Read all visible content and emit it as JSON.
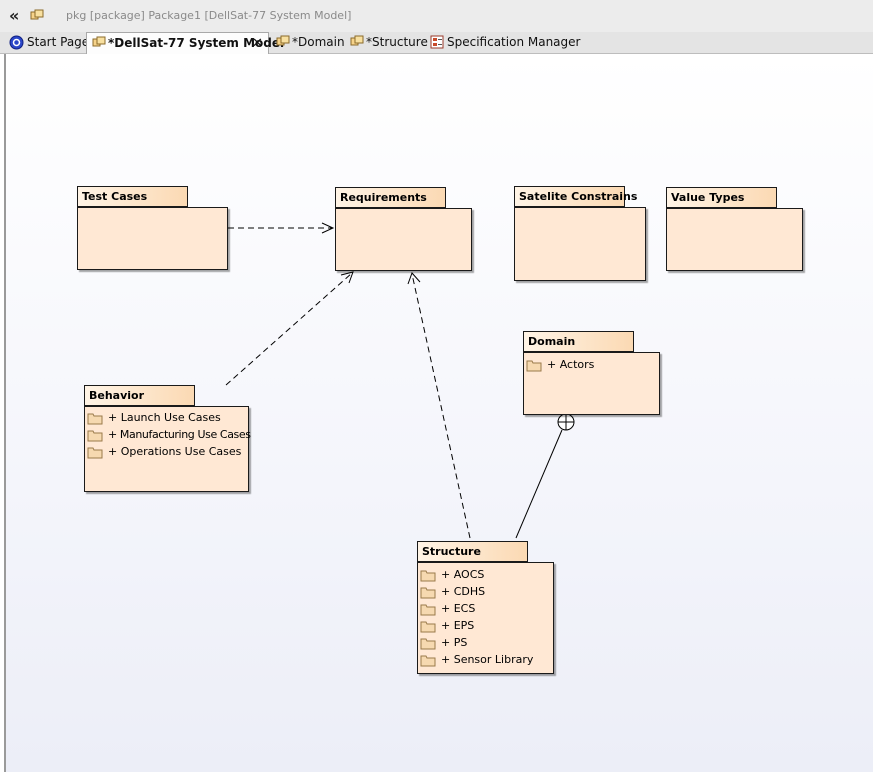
{
  "titlebar": {
    "title": "pkg [package] Package1 [DellSat-77 System Model]"
  },
  "tabs": [
    {
      "label": "Start Page",
      "icon": "start-page-icon"
    },
    {
      "label": "*DellSat-77 System Model",
      "icon": "package-diagram-icon",
      "active": true,
      "close": "✕"
    },
    {
      "label": "*Domain",
      "icon": "package-diagram-icon"
    },
    {
      "label": "*Structure",
      "icon": "package-diagram-icon"
    },
    {
      "label": "Specification Manager",
      "icon": "specification-manager-icon"
    }
  ],
  "packages": {
    "test_cases": {
      "name": "Test Cases",
      "items": []
    },
    "requirements": {
      "name": "Requirements",
      "items": []
    },
    "satelite_constrains": {
      "name": "Satelite Constrains",
      "items": []
    },
    "value_types": {
      "name": "Value Types",
      "items": []
    },
    "domain": {
      "name": "Domain",
      "items": [
        "+ Actors"
      ]
    },
    "behavior": {
      "name": "Behavior",
      "items": [
        "+ Launch Use Cases",
        "+ Manufacturing Use Cases",
        "+ Operations Use Cases"
      ]
    },
    "structure": {
      "name": "Structure",
      "items": [
        "+ AOCS",
        "+ CDHS",
        "+ ECS",
        "+ EPS",
        "+ PS",
        "+ Sensor Library"
      ]
    }
  },
  "colors": {
    "package_fill": "#ffe8d4",
    "package_tab": "#fbd9b3",
    "border": "#1a1a1a"
  }
}
